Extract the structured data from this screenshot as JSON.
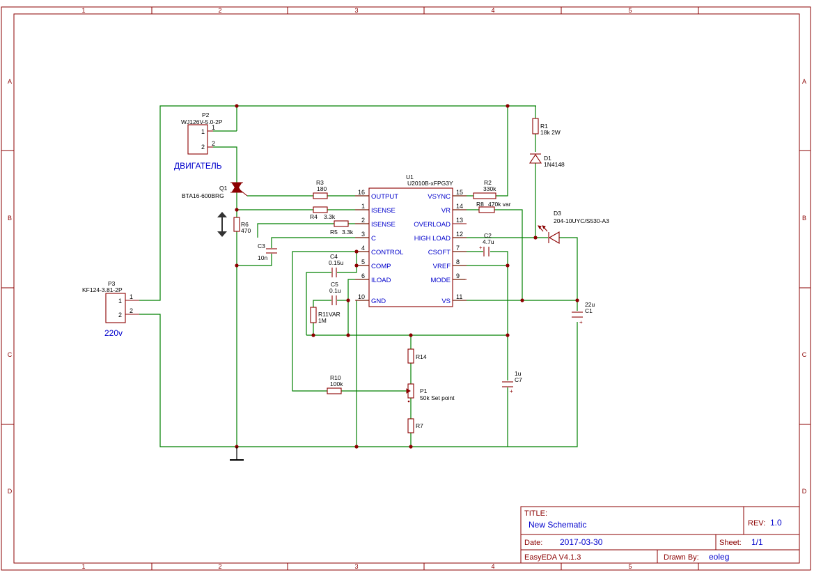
{
  "frame": {
    "columns": [
      "1",
      "2",
      "3",
      "4",
      "5"
    ],
    "rows": [
      "A",
      "B",
      "C",
      "D"
    ]
  },
  "title_block": {
    "title_label": "TITLE:",
    "title": "New Schematic",
    "rev_label": "REV:",
    "rev": "1.0",
    "date_label": "Date:",
    "date": "2017-03-30",
    "sheet_label": "Sheet:",
    "sheet": "1/1",
    "software": "EasyEDA V4.1.3",
    "drawn_label": "Drawn By:",
    "drawn_by": "eoleg"
  },
  "components": {
    "p2_ref": "P2",
    "p2_val": "WJ126V-5.0-2P",
    "p2_pin1": "1",
    "p2_pin2": "2",
    "p2_wire1": "1",
    "p2_wire2": "2",
    "motor_label": "ДВИГАТЕЛЬ",
    "p3_ref": "P3",
    "p3_val": "KF124-3.81-2P",
    "p3_pin1": "1",
    "p3_pin2": "2",
    "p3_wire1": "1",
    "p3_wire2": "2",
    "mains_label": "220v",
    "q1_ref": "Q1",
    "q1_val": "BTA16-600BRG",
    "r1_ref": "R1",
    "r1_val": "18k 2W",
    "d1_ref": "D1",
    "d1_val": "1N4148",
    "d3_ref": "D3",
    "d3_val": "204-10UYC/S530-A3",
    "r2_ref": "R2",
    "r2_val": "330k",
    "r8_ref": "R8",
    "r8_val": "470k var",
    "r3_ref": "R3",
    "r3_val": "180",
    "r4_ref": "R4",
    "r4_val": "3.3k",
    "r5_ref": "R5",
    "r5_val": "3.3k",
    "r6_ref": "R6",
    "r6_val": "470",
    "c3_ref": "C3",
    "c3_val": "10n",
    "c4_ref": "C4",
    "c4_val": "0.15u",
    "c5_ref": "C5",
    "c5_val": "0.1u",
    "r11_ref": "R11VAR",
    "r11_val": "1M",
    "c2_ref": "C2",
    "c2_val": "4.7u",
    "c1_ref": "C1",
    "c1_val": "22u",
    "c7_ref": "C7",
    "c7_val": "1u",
    "r14_ref": "R14",
    "r7_ref": "R7",
    "r10_ref": "R10",
    "r10_val": "100k",
    "p1_ref": "P1",
    "p1_val": "50k Set point"
  },
  "ic": {
    "ref": "U1",
    "value": "U2010B-xFPG3Y",
    "left_pins": [
      {
        "num": "16",
        "name": "OUTPUT"
      },
      {
        "num": "1",
        "name": "ISENSE"
      },
      {
        "num": "2",
        "name": "ISENSE"
      },
      {
        "num": "3",
        "name": "C"
      },
      {
        "num": "4",
        "name": "CONTROL"
      },
      {
        "num": "5",
        "name": "COMP"
      },
      {
        "num": "6",
        "name": "ILOAD"
      },
      {
        "num": "10",
        "name": "GND"
      }
    ],
    "right_pins": [
      {
        "num": "15",
        "name": "VSYNC"
      },
      {
        "num": "14",
        "name": "VR"
      },
      {
        "num": "13",
        "name": "OVERLOAD"
      },
      {
        "num": "12",
        "name": "HIGH LOAD"
      },
      {
        "num": "7",
        "name": "CSOFT"
      },
      {
        "num": "8",
        "name": "VREF"
      },
      {
        "num": "9",
        "name": "MODE"
      },
      {
        "num": "11",
        "name": "VS"
      }
    ]
  }
}
